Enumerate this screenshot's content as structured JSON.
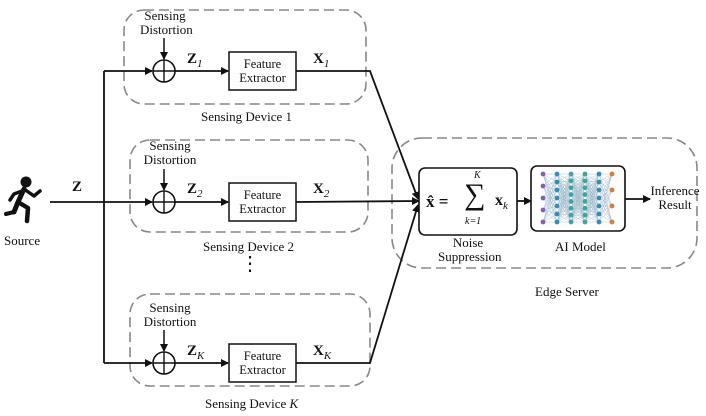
{
  "source": {
    "icon": "running-person-icon",
    "label": "Source",
    "signal": "Z"
  },
  "devices": [
    {
      "label": "Sensing Device 1",
      "distortion": [
        "Sensing",
        "Distortion"
      ],
      "z": "Z",
      "z_sub": "1",
      "extractor": [
        "Feature",
        "Extractor"
      ],
      "x": "X",
      "x_sub": "1"
    },
    {
      "label": "Sensing Device 2",
      "distortion": [
        "Sensing",
        "Distortion"
      ],
      "z": "Z",
      "z_sub": "2",
      "extractor": [
        "Feature",
        "Extractor"
      ],
      "x": "X",
      "x_sub": "2"
    },
    {
      "label_prefix": "Sensing Device ",
      "label_suffix": "K",
      "distortion": [
        "Sensing",
        "Distortion"
      ],
      "z": "Z",
      "z_sub": "K",
      "extractor": [
        "Feature",
        "Extractor"
      ],
      "x": "X",
      "x_sub": "K"
    }
  ],
  "ellipsis": "⋮",
  "edge_server": {
    "label": "Edge Server",
    "noise_suppression": {
      "formula_lhs": "x̂ = ",
      "sum_upper": "K",
      "sum_lower": "k=1",
      "sum_term": "x",
      "sum_sub": "k",
      "caption": [
        "Noise",
        "Suppression"
      ]
    },
    "ai_model": {
      "icon": "neural-network-icon",
      "caption": "AI Model"
    },
    "output": [
      "Inference",
      "Result"
    ]
  }
}
